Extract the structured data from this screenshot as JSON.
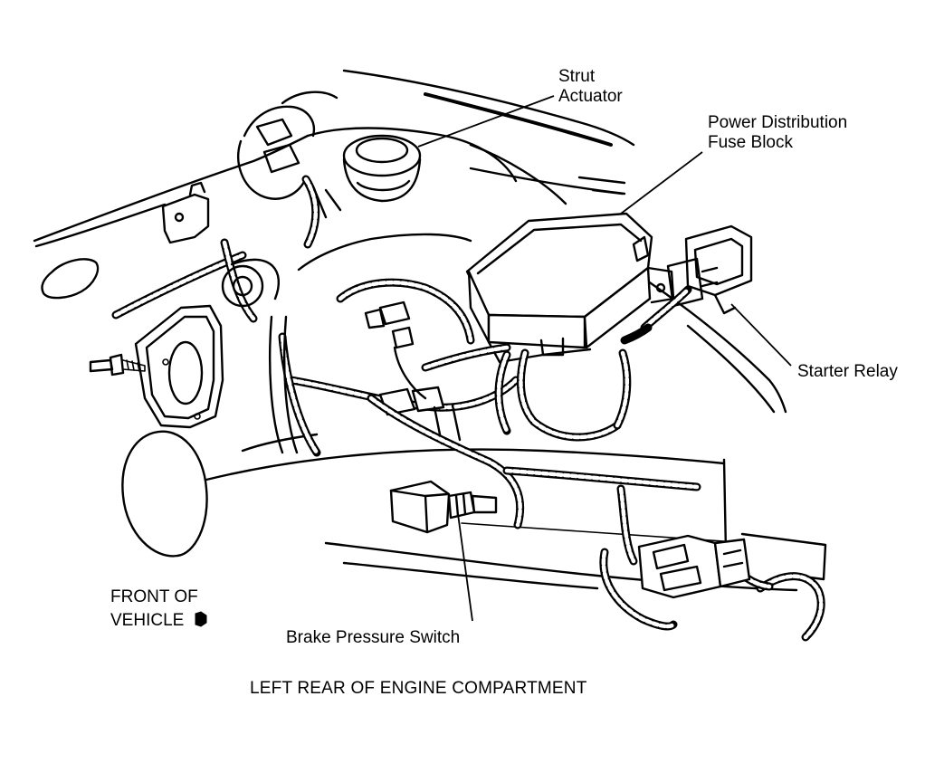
{
  "labels": {
    "strut_actuator": [
      "Strut",
      "Actuator"
    ],
    "power_distribution_fuse_block": [
      "Power Distribution",
      "Fuse Block"
    ],
    "starter_relay": "Starter Relay",
    "brake_pressure_switch": "Brake Pressure Switch",
    "front_of_vehicle": [
      "FRONT OF",
      "VEHICLE"
    ]
  },
  "caption": "LEFT REAR OF ENGINE COMPARTMENT",
  "icons": {
    "front_arrow": "solid-pentagon-arrow-icon"
  }
}
